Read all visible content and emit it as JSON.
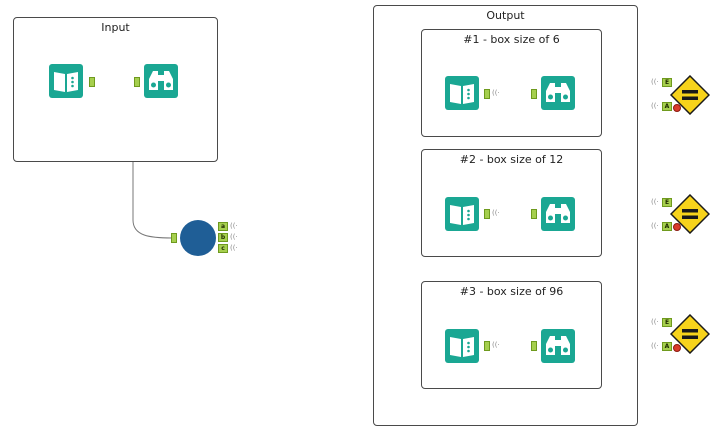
{
  "containers": {
    "input": {
      "title": "Input"
    },
    "output": {
      "title": "Output"
    },
    "box1": {
      "title": "#1 - box size of 6"
    },
    "box2": {
      "title": "#2 - box size of 12"
    },
    "box3": {
      "title": "#3 - box size of 96"
    }
  },
  "anchors": {
    "a": "a",
    "b": "b",
    "c": "c",
    "e": "E",
    "ac": "A"
  },
  "icons": {
    "input_tool": "book-input-icon",
    "browse_tool": "binoculars-browse-icon",
    "filter_tool": "circle-tool-icon",
    "test_tool": "equals-diamond-icon"
  },
  "colors": {
    "tool_teal": "#1aa793",
    "anchor_green": "#a6cf4e",
    "circle_blue": "#1f5e96",
    "diamond_yellow": "#f7d31b",
    "error_red": "#d93b2b"
  }
}
